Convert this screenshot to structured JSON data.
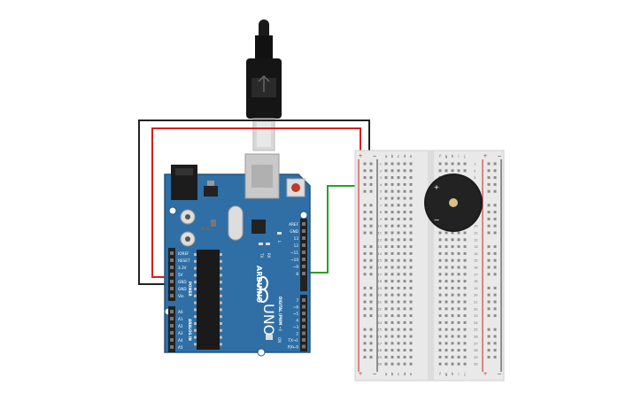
{
  "arduino": {
    "brand": "ARDUINO",
    "model": "UNO",
    "on_label": "ON",
    "tx_label": "TX",
    "rx_label": "RX",
    "l_label": "L",
    "power_label": "POWER",
    "analog_label": "ANALOG IN",
    "digital_label": "DIGITAL (PWM ~)",
    "power_pins": [
      "IOREF",
      "RESET",
      "3.3V",
      "5V",
      "GND",
      "GND",
      "Vin"
    ],
    "analog_pins": [
      "A0",
      "A1",
      "A2",
      "A3",
      "A4",
      "A5"
    ],
    "digital_pins_top": [
      "AREF",
      "GND",
      "13",
      "12",
      "~11",
      "~10",
      "~9",
      "8"
    ],
    "digital_pins_bottom": [
      "7",
      "~6",
      "~5",
      "4",
      "~3",
      "2",
      "TX→1",
      "RX←0"
    ]
  },
  "breadboard": {
    "columns_left": [
      "a",
      "b",
      "c",
      "d",
      "e"
    ],
    "columns_right": [
      "f",
      "g",
      "h",
      "i",
      "j"
    ],
    "rail_plus": "+",
    "rail_minus": "−",
    "rows": [
      "1",
      "2",
      "3",
      "4",
      "5",
      "6",
      "7",
      "8",
      "9",
      "10",
      "11",
      "12",
      "13",
      "14",
      "15",
      "16",
      "17",
      "18",
      "19",
      "20",
      "21",
      "22",
      "23",
      "24",
      "25",
      "26",
      "27",
      "28",
      "29",
      "30"
    ]
  },
  "buzzer": {
    "plus_label": "+",
    "minus_label": "−"
  },
  "wires": {
    "colors": {
      "ground": "#222222",
      "power": "#d42020",
      "signal": "#2aa02a"
    }
  },
  "colors": {
    "board": "#2f6fa6",
    "board_edge": "#23557f",
    "breadboard": "#e9e9e9",
    "rail_red": "#d42020",
    "rail_black": "#333333"
  }
}
